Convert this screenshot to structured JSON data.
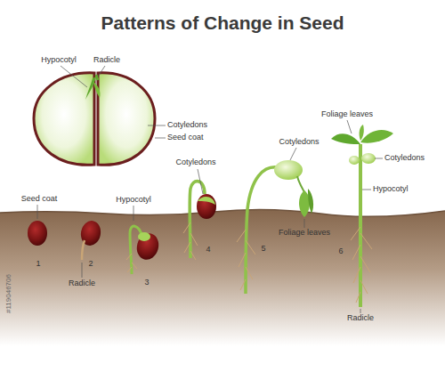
{
  "diagram": {
    "title": "Patterns of Change in Seed",
    "labels": [
      "Hypocotyl",
      "Radicle",
      "Cotyledons",
      "Seed coat",
      "Seed coat",
      "Hypocotyl",
      "Cotyledons",
      "Cotyledons",
      "Foliage leaves",
      "Cotyledons",
      "Hypocotyl",
      "1",
      "2",
      "Radicle",
      "3",
      "4",
      "5",
      "Foliage leaves",
      "6",
      "Radicle",
      "#119046706"
    ]
  }
}
